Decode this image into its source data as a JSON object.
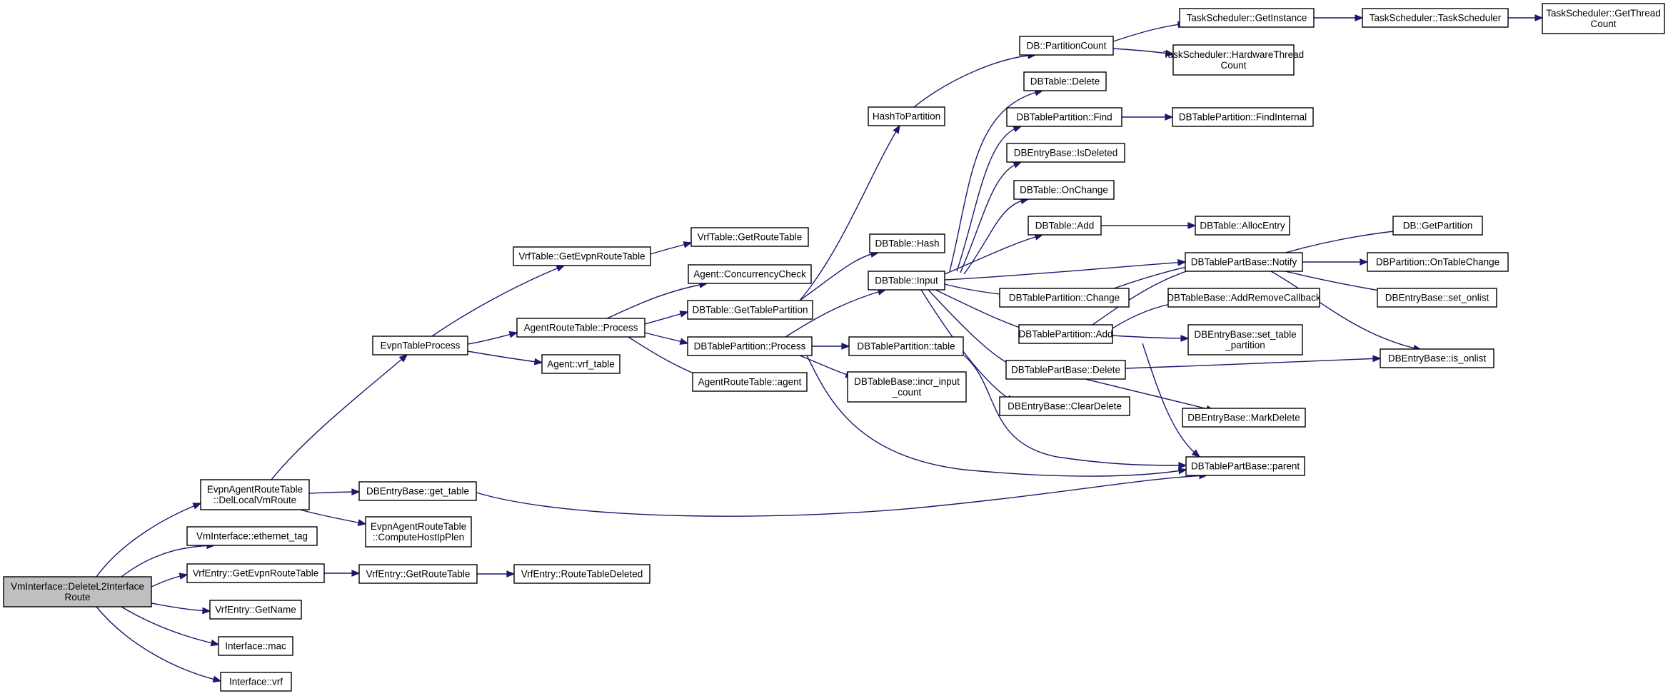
{
  "diagram": {
    "type": "call-graph",
    "colors": {
      "edge": "#191970",
      "node_border": "#000000",
      "node_fill": "#ffffff",
      "root_fill": "#bfbfbf",
      "text": "#000000"
    },
    "nodes": [
      {
        "id": "root",
        "lines": [
          "VmInterface::DeleteL2Interface",
          "Route"
        ],
        "root": true
      },
      {
        "id": "evpn_del",
        "lines": [
          "EvpnAgentRouteTable",
          "::DelLocalVmRoute"
        ]
      },
      {
        "id": "eth_tag",
        "lines": [
          "VmInterface::ethernet_tag"
        ]
      },
      {
        "id": "vrf_getevpn",
        "lines": [
          "VrfEntry::GetEvpnRouteTable"
        ]
      },
      {
        "id": "vrf_getname",
        "lines": [
          "VrfEntry::GetName"
        ]
      },
      {
        "id": "if_mac",
        "lines": [
          "Interface::mac"
        ]
      },
      {
        "id": "if_vrf",
        "lines": [
          "Interface::vrf"
        ]
      },
      {
        "id": "evpn_tp",
        "lines": [
          "EvpnTableProcess"
        ]
      },
      {
        "id": "get_table",
        "lines": [
          "DBEntryBase::get_table"
        ]
      },
      {
        "id": "compute",
        "lines": [
          "EvpnAgentRouteTable",
          "::ComputeHostIpPlen"
        ]
      },
      {
        "id": "vrf_getrt",
        "lines": [
          "VrfEntry::GetRouteTable"
        ]
      },
      {
        "id": "vrf_rtdel",
        "lines": [
          "VrfEntry::RouteTableDeleted"
        ]
      },
      {
        "id": "vrft_getevpn",
        "lines": [
          "VrfTable::GetEvpnRouteTable"
        ]
      },
      {
        "id": "art_process",
        "lines": [
          "AgentRouteTable::Process"
        ]
      },
      {
        "id": "agent_vrf",
        "lines": [
          "Agent::vrf_table"
        ]
      },
      {
        "id": "vrft_getrt",
        "lines": [
          "VrfTable::GetRouteTable"
        ]
      },
      {
        "id": "agent_cc",
        "lines": [
          "Agent::ConcurrencyCheck"
        ]
      },
      {
        "id": "dbt_gtp",
        "lines": [
          "DBTable::GetTablePartition"
        ]
      },
      {
        "id": "dbtp_process",
        "lines": [
          "DBTablePartition::Process"
        ]
      },
      {
        "id": "art_agent",
        "lines": [
          "AgentRouteTable::agent"
        ]
      },
      {
        "id": "hashtopart",
        "lines": [
          "HashToPartition"
        ]
      },
      {
        "id": "dbt_hash",
        "lines": [
          "DBTable::Hash"
        ]
      },
      {
        "id": "dbt_input",
        "lines": [
          "DBTable::Input"
        ]
      },
      {
        "id": "dbtp_table",
        "lines": [
          "DBTablePartition::table"
        ]
      },
      {
        "id": "dbtb_incr",
        "lines": [
          "DBTableBase::incr_input",
          "_count"
        ]
      },
      {
        "id": "db_pc",
        "lines": [
          "DB::PartitionCount"
        ]
      },
      {
        "id": "dbt_delete",
        "lines": [
          "DBTable::Delete"
        ]
      },
      {
        "id": "dbtp_find",
        "lines": [
          "DBTablePartition::Find"
        ]
      },
      {
        "id": "dbeb_isdel",
        "lines": [
          "DBEntryBase::IsDeleted"
        ]
      },
      {
        "id": "dbt_onchange",
        "lines": [
          "DBTable::OnChange"
        ]
      },
      {
        "id": "dbt_add",
        "lines": [
          "DBTable::Add"
        ]
      },
      {
        "id": "dbtp_change",
        "lines": [
          "DBTablePartition::Change"
        ]
      },
      {
        "id": "dbtp_add",
        "lines": [
          "DBTablePartition::Add"
        ]
      },
      {
        "id": "dbtpb_delete",
        "lines": [
          "DBTablePartBase::Delete"
        ]
      },
      {
        "id": "dbeb_cleardel",
        "lines": [
          "DBEntryBase::ClearDelete"
        ]
      },
      {
        "id": "ts_getinst",
        "lines": [
          "TaskScheduler::GetInstance"
        ]
      },
      {
        "id": "ts_hwtc",
        "lines": [
          "TaskScheduler::HardwareThread",
          "Count"
        ]
      },
      {
        "id": "dbtp_findint",
        "lines": [
          "DBTablePartition::FindInternal"
        ]
      },
      {
        "id": "dbt_allocentry",
        "lines": [
          "DBTable::AllocEntry"
        ]
      },
      {
        "id": "dbtpb_notify",
        "lines": [
          "DBTablePartBase::Notify"
        ]
      },
      {
        "id": "dbtb_addrm",
        "lines": [
          "DBTableBase::AddRemoveCallback"
        ]
      },
      {
        "id": "dbeb_settp",
        "lines": [
          "DBEntryBase::set_table",
          "_partition"
        ]
      },
      {
        "id": "dbeb_markdel",
        "lines": [
          "DBEntryBase::MarkDelete"
        ]
      },
      {
        "id": "dbtpb_parent",
        "lines": [
          "DBTablePartBase::parent"
        ]
      },
      {
        "id": "ts_ts",
        "lines": [
          "TaskScheduler::TaskScheduler"
        ]
      },
      {
        "id": "ts_gtc",
        "lines": [
          "TaskScheduler::GetThread",
          "Count"
        ]
      },
      {
        "id": "db_getpart",
        "lines": [
          "DB::GetPartition"
        ]
      },
      {
        "id": "dbpart_otc",
        "lines": [
          "DBPartition::OnTableChange"
        ]
      },
      {
        "id": "dbeb_setonlist",
        "lines": [
          "DBEntryBase::set_onlist"
        ]
      },
      {
        "id": "dbeb_isonlist",
        "lines": [
          "DBEntryBase::is_onlist"
        ]
      }
    ],
    "edges": [
      [
        "root",
        "evpn_del"
      ],
      [
        "root",
        "eth_tag"
      ],
      [
        "root",
        "vrf_getevpn"
      ],
      [
        "root",
        "vrf_getname"
      ],
      [
        "root",
        "if_mac"
      ],
      [
        "root",
        "if_vrf"
      ],
      [
        "evpn_del",
        "evpn_tp"
      ],
      [
        "evpn_del",
        "get_table"
      ],
      [
        "evpn_del",
        "compute"
      ],
      [
        "vrf_getevpn",
        "vrf_getrt"
      ],
      [
        "vrf_getrt",
        "vrf_rtdel"
      ],
      [
        "evpn_tp",
        "vrft_getevpn"
      ],
      [
        "evpn_tp",
        "art_process"
      ],
      [
        "evpn_tp",
        "agent_vrf"
      ],
      [
        "vrft_getevpn",
        "vrft_getrt"
      ],
      [
        "art_process",
        "agent_cc"
      ],
      [
        "art_process",
        "dbt_gtp"
      ],
      [
        "art_process",
        "dbtp_process"
      ],
      [
        "art_process",
        "art_agent"
      ],
      [
        "dbt_gtp",
        "hashtopart"
      ],
      [
        "dbt_gtp",
        "dbt_hash"
      ],
      [
        "dbtp_process",
        "dbt_input"
      ],
      [
        "dbtp_process",
        "dbtp_table"
      ],
      [
        "dbtp_process",
        "dbtb_incr"
      ],
      [
        "dbtp_process",
        "dbtpb_parent"
      ],
      [
        "get_table",
        "dbtpb_parent"
      ],
      [
        "hashtopart",
        "db_pc"
      ],
      [
        "db_pc",
        "ts_getinst"
      ],
      [
        "db_pc",
        "ts_hwtc"
      ],
      [
        "ts_getinst",
        "ts_ts"
      ],
      [
        "ts_ts",
        "ts_gtc"
      ],
      [
        "dbt_input",
        "dbt_delete"
      ],
      [
        "dbt_input",
        "dbtp_find"
      ],
      [
        "dbt_input",
        "dbeb_isdel"
      ],
      [
        "dbt_input",
        "dbt_onchange"
      ],
      [
        "dbt_input",
        "dbt_add"
      ],
      [
        "dbt_input",
        "dbtpb_notify"
      ],
      [
        "dbt_input",
        "dbtp_change"
      ],
      [
        "dbt_input",
        "dbtp_add"
      ],
      [
        "dbt_input",
        "dbtpb_delete"
      ],
      [
        "dbt_input",
        "dbeb_cleardel"
      ],
      [
        "dbtp_find",
        "dbtp_findint"
      ],
      [
        "dbt_add",
        "dbt_allocentry"
      ],
      [
        "dbtp_change",
        "dbtpb_notify"
      ],
      [
        "dbtp_add",
        "dbtpb_notify"
      ],
      [
        "dbtp_add",
        "dbtb_addrm"
      ],
      [
        "dbtp_add",
        "dbeb_settp"
      ],
      [
        "dbtp_add",
        "dbtpb_parent"
      ],
      [
        "dbtpb_delete",
        "dbeb_isonlist"
      ],
      [
        "dbtpb_delete",
        "dbeb_markdel"
      ],
      [
        "dbtp_table",
        "dbtpb_parent"
      ],
      [
        "dbtpb_notify",
        "db_getpart"
      ],
      [
        "dbtpb_notify",
        "dbpart_otc"
      ],
      [
        "dbtpb_notify",
        "dbeb_setonlist"
      ],
      [
        "dbtpb_notify",
        "dbeb_isonlist"
      ]
    ]
  }
}
